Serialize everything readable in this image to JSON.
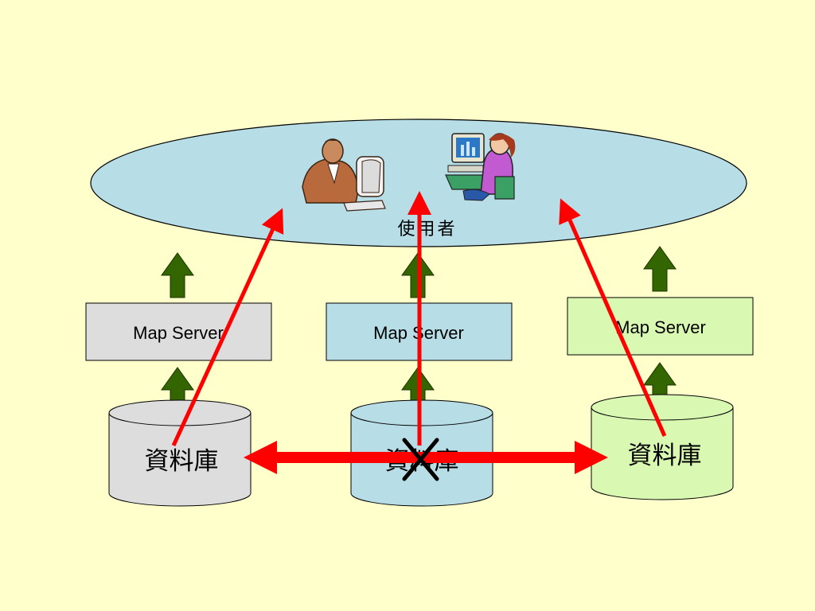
{
  "users": {
    "label": "使用者"
  },
  "servers": [
    {
      "label": "Map Server",
      "fill": "#dddddd"
    },
    {
      "label": "Map Server",
      "fill": "#b7dde6"
    },
    {
      "label": "Map Server",
      "fill": "#d9f9b3"
    }
  ],
  "databases": [
    {
      "label": "資料庫",
      "fill": "#dddddd"
    },
    {
      "label": "資料庫",
      "fill": "#b7dde6"
    },
    {
      "label": "資料庫",
      "fill": "#d9f9b3"
    }
  ],
  "colors": {
    "background": "#ffffcc",
    "ellipse_fill": "#b7dde6",
    "up_arrow": "#336600",
    "flow_arrow": "#ff0000",
    "blocked_mark": "#000000"
  },
  "icons": [
    "businessman-at-computer-icon",
    "woman-at-computer-icon",
    "blocked-x-icon"
  ]
}
